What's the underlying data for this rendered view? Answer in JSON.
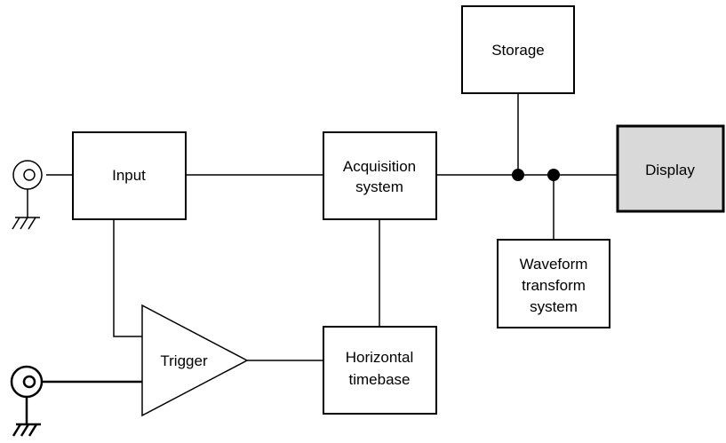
{
  "blocks": {
    "storage": "Storage",
    "input": "Input",
    "acquisition": [
      "Acquisition",
      "system"
    ],
    "display": "Display",
    "waveform": [
      "Waveform",
      "transform",
      "system"
    ],
    "trigger": "Trigger",
    "horizontal": [
      "Horizontal",
      "timebase"
    ]
  },
  "colors": {
    "display_fill": "#d9d9d9",
    "line": "#000000"
  }
}
